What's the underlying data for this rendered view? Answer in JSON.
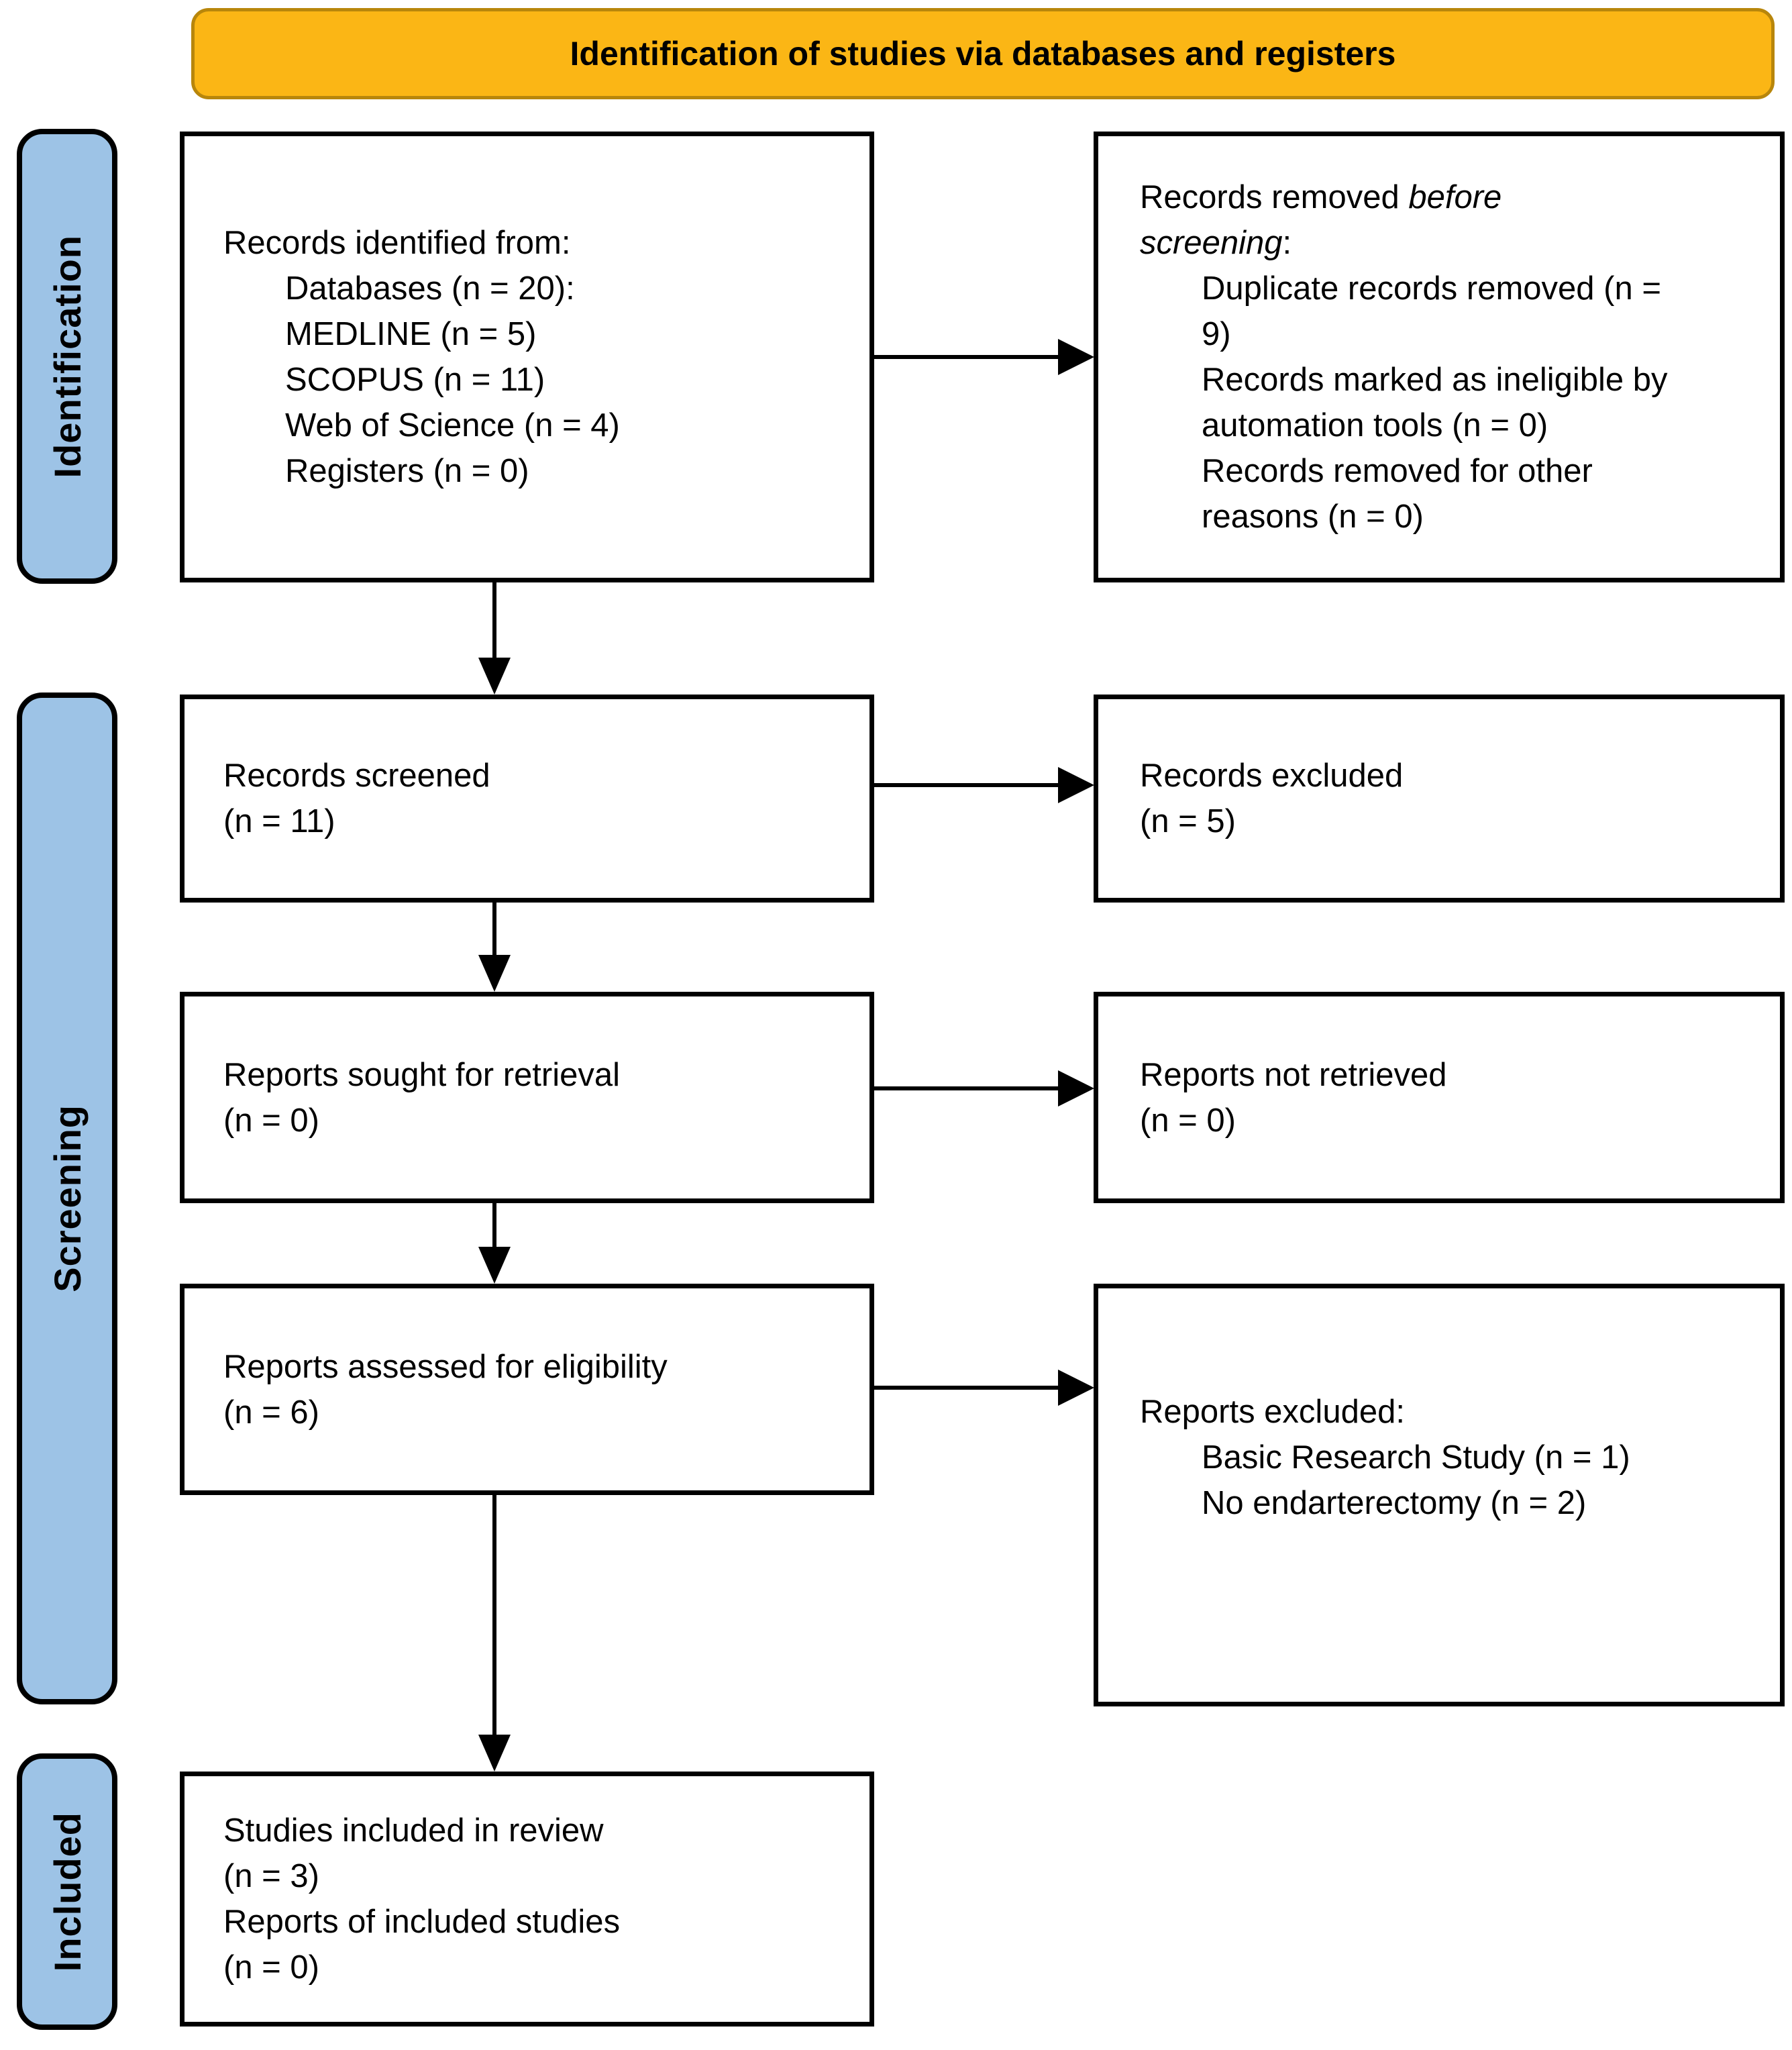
{
  "banner": {
    "title": "Identification of studies via databases and registers"
  },
  "sidebar": {
    "items": [
      {
        "label": "Identification"
      },
      {
        "label": "Screening"
      },
      {
        "label": "Included"
      }
    ]
  },
  "boxes": {
    "records_identified": {
      "title": "Records identified from:",
      "items": [
        "Databases (n = 20):",
        "MEDLINE (n = 5)",
        "SCOPUS (n = 11)",
        "Web of Science (n = 4)",
        "Registers (n = 0)"
      ]
    },
    "records_removed": {
      "title_prefix": "Records removed ",
      "title_italic": "before screening",
      "title_suffix": ":",
      "items": [
        "Duplicate records removed (n = 9)",
        "Records marked as ineligible by automation tools (n = 0)",
        "Records removed for other reasons (n = 0)"
      ]
    },
    "records_screened": {
      "lines": [
        "Records screened",
        "(n = 11)"
      ]
    },
    "records_excluded": {
      "lines": [
        "Records excluded",
        "(n = 5)"
      ]
    },
    "reports_sought": {
      "lines": [
        "Reports sought for retrieval",
        "(n = 0)"
      ]
    },
    "reports_not_retrieved": {
      "lines": [
        "Reports not retrieved",
        "(n = 0)"
      ]
    },
    "reports_assessed": {
      "lines": [
        "Reports assessed for eligibility",
        "(n = 6)"
      ]
    },
    "reports_excluded": {
      "title": "Reports excluded:",
      "items": [
        "Basic Research Study (n = 1)",
        "No endarterectomy (n = 2)"
      ]
    },
    "studies_included": {
      "lines": [
        "Studies included in review",
        "(n = 3)",
        "Reports of included studies",
        "(n = 0)"
      ]
    }
  },
  "colors": {
    "banner_fill": "#FBB615",
    "banner_border": "#B8860B",
    "sidebar_fill": "#9DC3E6",
    "box_border": "#000000",
    "arrow": "#000000"
  }
}
